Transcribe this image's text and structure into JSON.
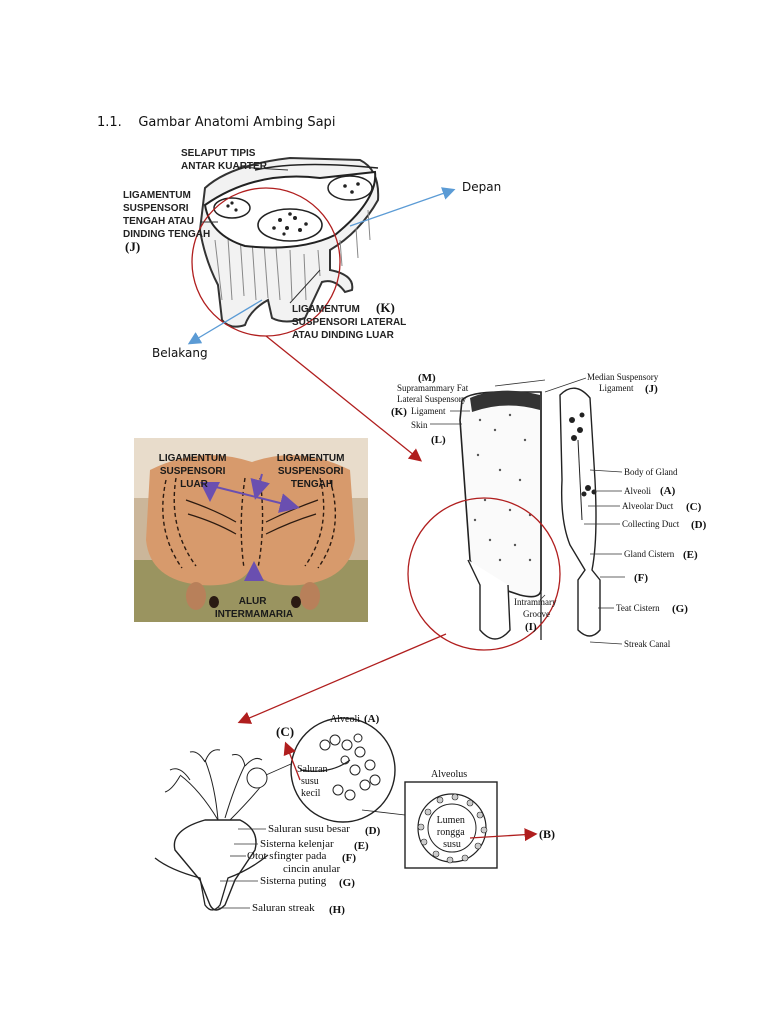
{
  "heading": {
    "number": "1.1.",
    "title": "Gambar Anatomi Ambing Sapi"
  },
  "fig1": {
    "selaput": [
      "SELAPUT TIPIS",
      "ANTAR KUARTER"
    ],
    "lig_tengah": [
      "LIGAMENTUM",
      "SUSPENSORI",
      "TENGAH ATAU",
      "DINDING TENGAH"
    ],
    "lig_tengah_code": "(J)",
    "lig_lateral": [
      "LIGAMENTUM",
      "SUSPENSORI LATERAL",
      "ATAU DINDING LUAR"
    ],
    "lig_lateral_code": "(K)",
    "depan": "Depan",
    "belakang": "Belakang"
  },
  "photo": {
    "luar": [
      "LIGAMENTUM",
      "SUSPENSORI",
      "LUAR"
    ],
    "tengah": [
      "LIGAMENTUM",
      "SUSPENSORI",
      "TENGAH"
    ],
    "alur": [
      "ALUR",
      "INTERMAMARIA"
    ]
  },
  "fig2": {
    "m_code": "(M)",
    "supramammary": "Supramammary Fat",
    "lateral_susp": "Lateral Suspensory",
    "k_code": "(K)",
    "ligament": "Ligament",
    "skin": "Skin",
    "l_code": "(L)",
    "median_susp": "Median Suspensory",
    "median_lig": "Ligament",
    "j_code": "(J)",
    "body_gland": "Body of Gland",
    "alveoli": "Alveoli",
    "a_code": "(A)",
    "alveolar_duct": "Alveolar Duct",
    "c_code": "(C)",
    "collecting_duct": "Collecting Duct",
    "d_code": "(D)",
    "gland_cistern": "Gland Cistern",
    "e_code": "(E)",
    "f_code": "(F)",
    "intrammary": "Intrammary",
    "groove": "Groove",
    "i_code": "(I)",
    "teat_cistern": "Teat Cistern",
    "g_code": "(G)",
    "streak_canal": "Streak Canal"
  },
  "fig3": {
    "c_code": "(C)",
    "alveoli": "Alveoli",
    "a_code": "(A)",
    "saluran_kecil": [
      "Saluran",
      "susu",
      "kecil"
    ],
    "alveolus": "Alveolus",
    "lumen": [
      "Lumen",
      "rongga",
      "susu"
    ],
    "b_code": "(B)",
    "saluran_besar": "Saluran susu besar",
    "d_code": "(D)",
    "sisterna_kelenjar": "Sisterna kelenjar",
    "e_code": "(E)",
    "otot": "Otot sfingter pada",
    "f_code": "(F)",
    "cincin": "cincin anular",
    "sisterna_puting": "Sisterna puting",
    "g_code": "(G)",
    "saluran_streak": "Saluran streak",
    "h_code": "(H)"
  },
  "colors": {
    "red_line": "#b01e1e",
    "blue_arrow": "#5b9bd5",
    "purple_arrow": "#6a4fb0",
    "photo_skin": "#d79a6c"
  }
}
